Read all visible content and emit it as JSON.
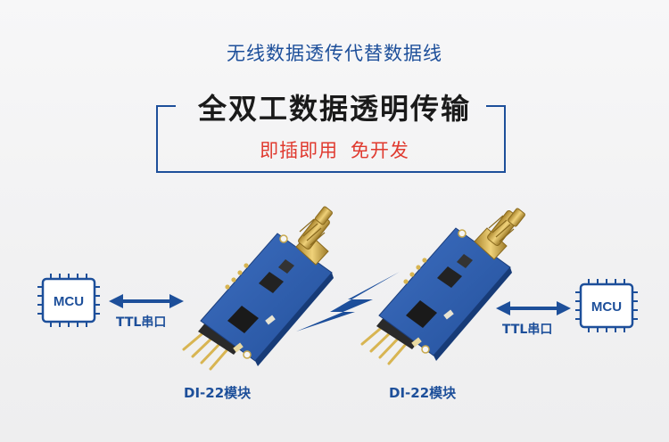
{
  "header": {
    "subtitle": "无线数据透传代替数据线",
    "title": "全双工数据透明传输",
    "tagline": "即插即用  免开发"
  },
  "diagram": {
    "left_mcu_label": "MCU",
    "right_mcu_label": "MCU",
    "left_link_label": "TTL串口",
    "right_link_label": "TTL串口",
    "left_module_label": "DI-22模块",
    "right_module_label": "DI-22模块"
  },
  "colors": {
    "brand_blue": "#1d4f9a",
    "accent_red": "#e03a2f",
    "pcb_blue": "#2e5fae",
    "antenna_gold": "#c9a548"
  },
  "icons": [
    "mcu-chip-icon",
    "double-arrow-icon",
    "wireless-bolt-icon",
    "antenna-icon"
  ]
}
